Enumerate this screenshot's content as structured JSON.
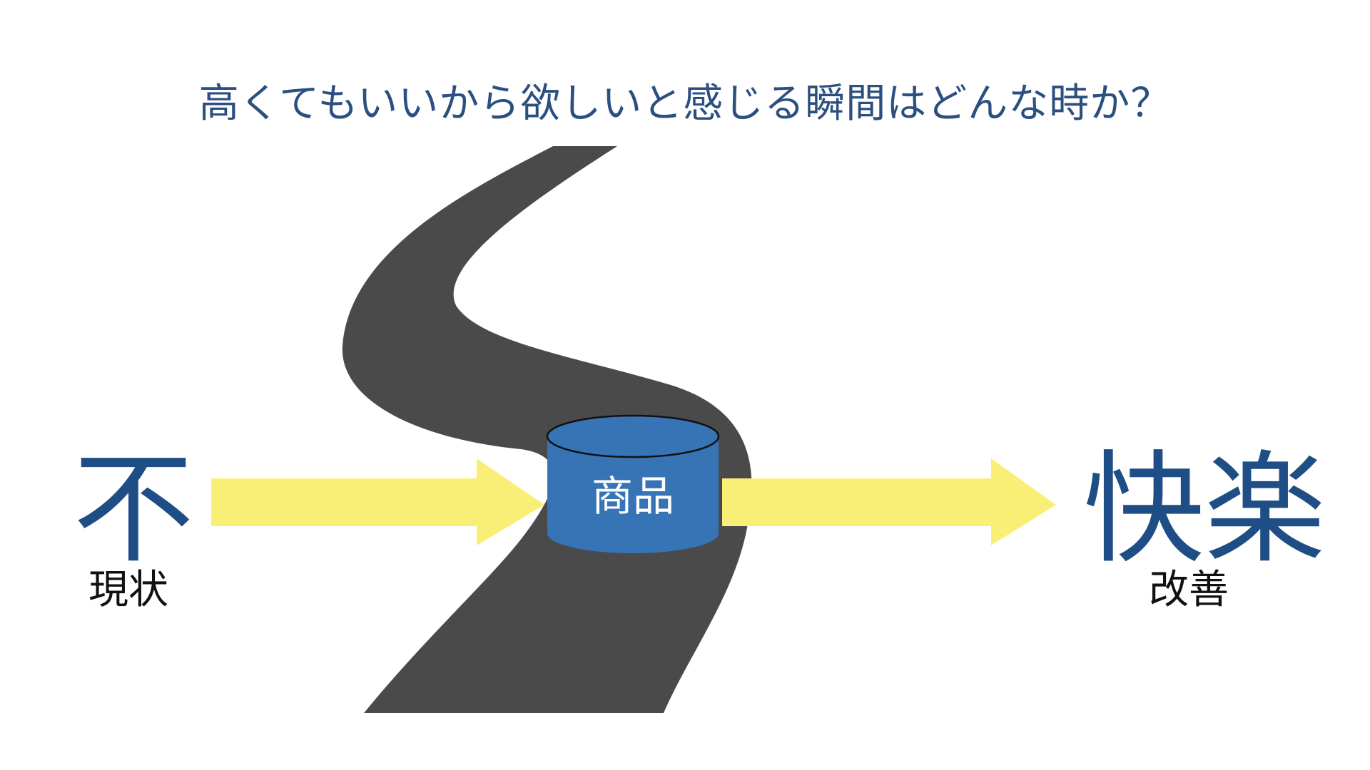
{
  "title": "高くてもいいから欲しいと感じる瞬間はどんな時か？",
  "left": {
    "main": "不",
    "sub": "現状"
  },
  "product": {
    "label": "商品"
  },
  "right": {
    "main": "快楽",
    "sub": "改善"
  },
  "colors": {
    "title": "#2B4F80",
    "road": "#4A4A4A",
    "arrow": "#FAEF76",
    "product": "#3774B6",
    "accent_text": "#1F4E86"
  }
}
